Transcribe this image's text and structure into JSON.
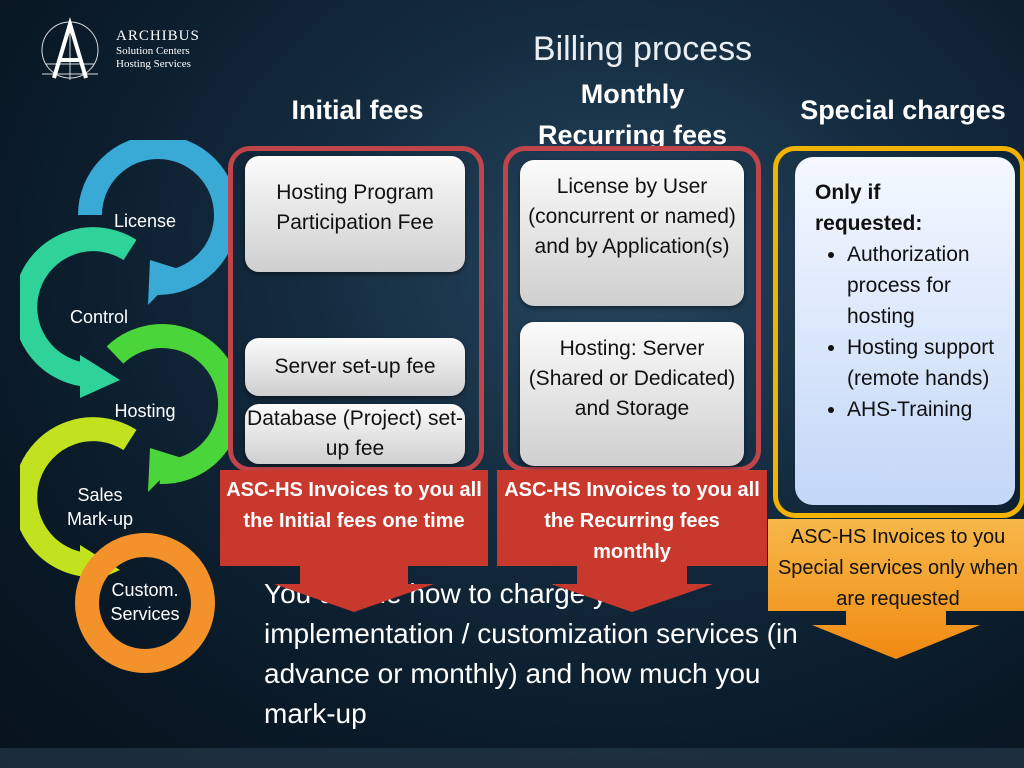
{
  "logo": {
    "line1": "ARCHIBUS",
    "line2": "Solution Centers",
    "line3": "Hosting Services"
  },
  "title": "Billing process",
  "columns": {
    "initial": {
      "heading": "Initial fees",
      "cards": [
        "Hosting Program Participation Fee",
        "Server set-up fee",
        "Database (Project) set-up fee"
      ],
      "invoice": "ASC-HS Invoices to you all the Initial fees one time"
    },
    "monthly": {
      "heading_line1": "Monthly",
      "heading_line2": "Recurring fees",
      "cards": [
        "License by User (concurrent or named) and by Application(s)",
        "Hosting: Server (Shared or Dedicated) and Storage"
      ],
      "invoice": "ASC-HS Invoices to you all the Recurring fees monthly"
    },
    "special": {
      "heading": "Special charges",
      "req_line1": "Only if",
      "req_line2": "requested:",
      "items": [
        "Authorization process for hosting",
        "Hosting support (remote hands)",
        "AHS-Training"
      ],
      "invoice": "ASC-HS Invoices to you Special services only when are requested"
    }
  },
  "cycle": [
    "License",
    "Control",
    "Hosting",
    "Sales Mark-up",
    "Custom. Services"
  ],
  "body_text": "You decide how to charge your implementation / customization services (in advance or monthly) and how much you mark-up",
  "colors": {
    "red_frame": "#c0454a",
    "gold_frame": "#f2b300",
    "arrow_red": "#c8382d",
    "arrow_orange": "#f39a1c",
    "cycle_license": "#39a9d6",
    "cycle_control": "#2fd39a",
    "cycle_hosting": "#4ad63a",
    "cycle_sales": "#c2e11e",
    "cycle_custom": "#f3922b"
  }
}
